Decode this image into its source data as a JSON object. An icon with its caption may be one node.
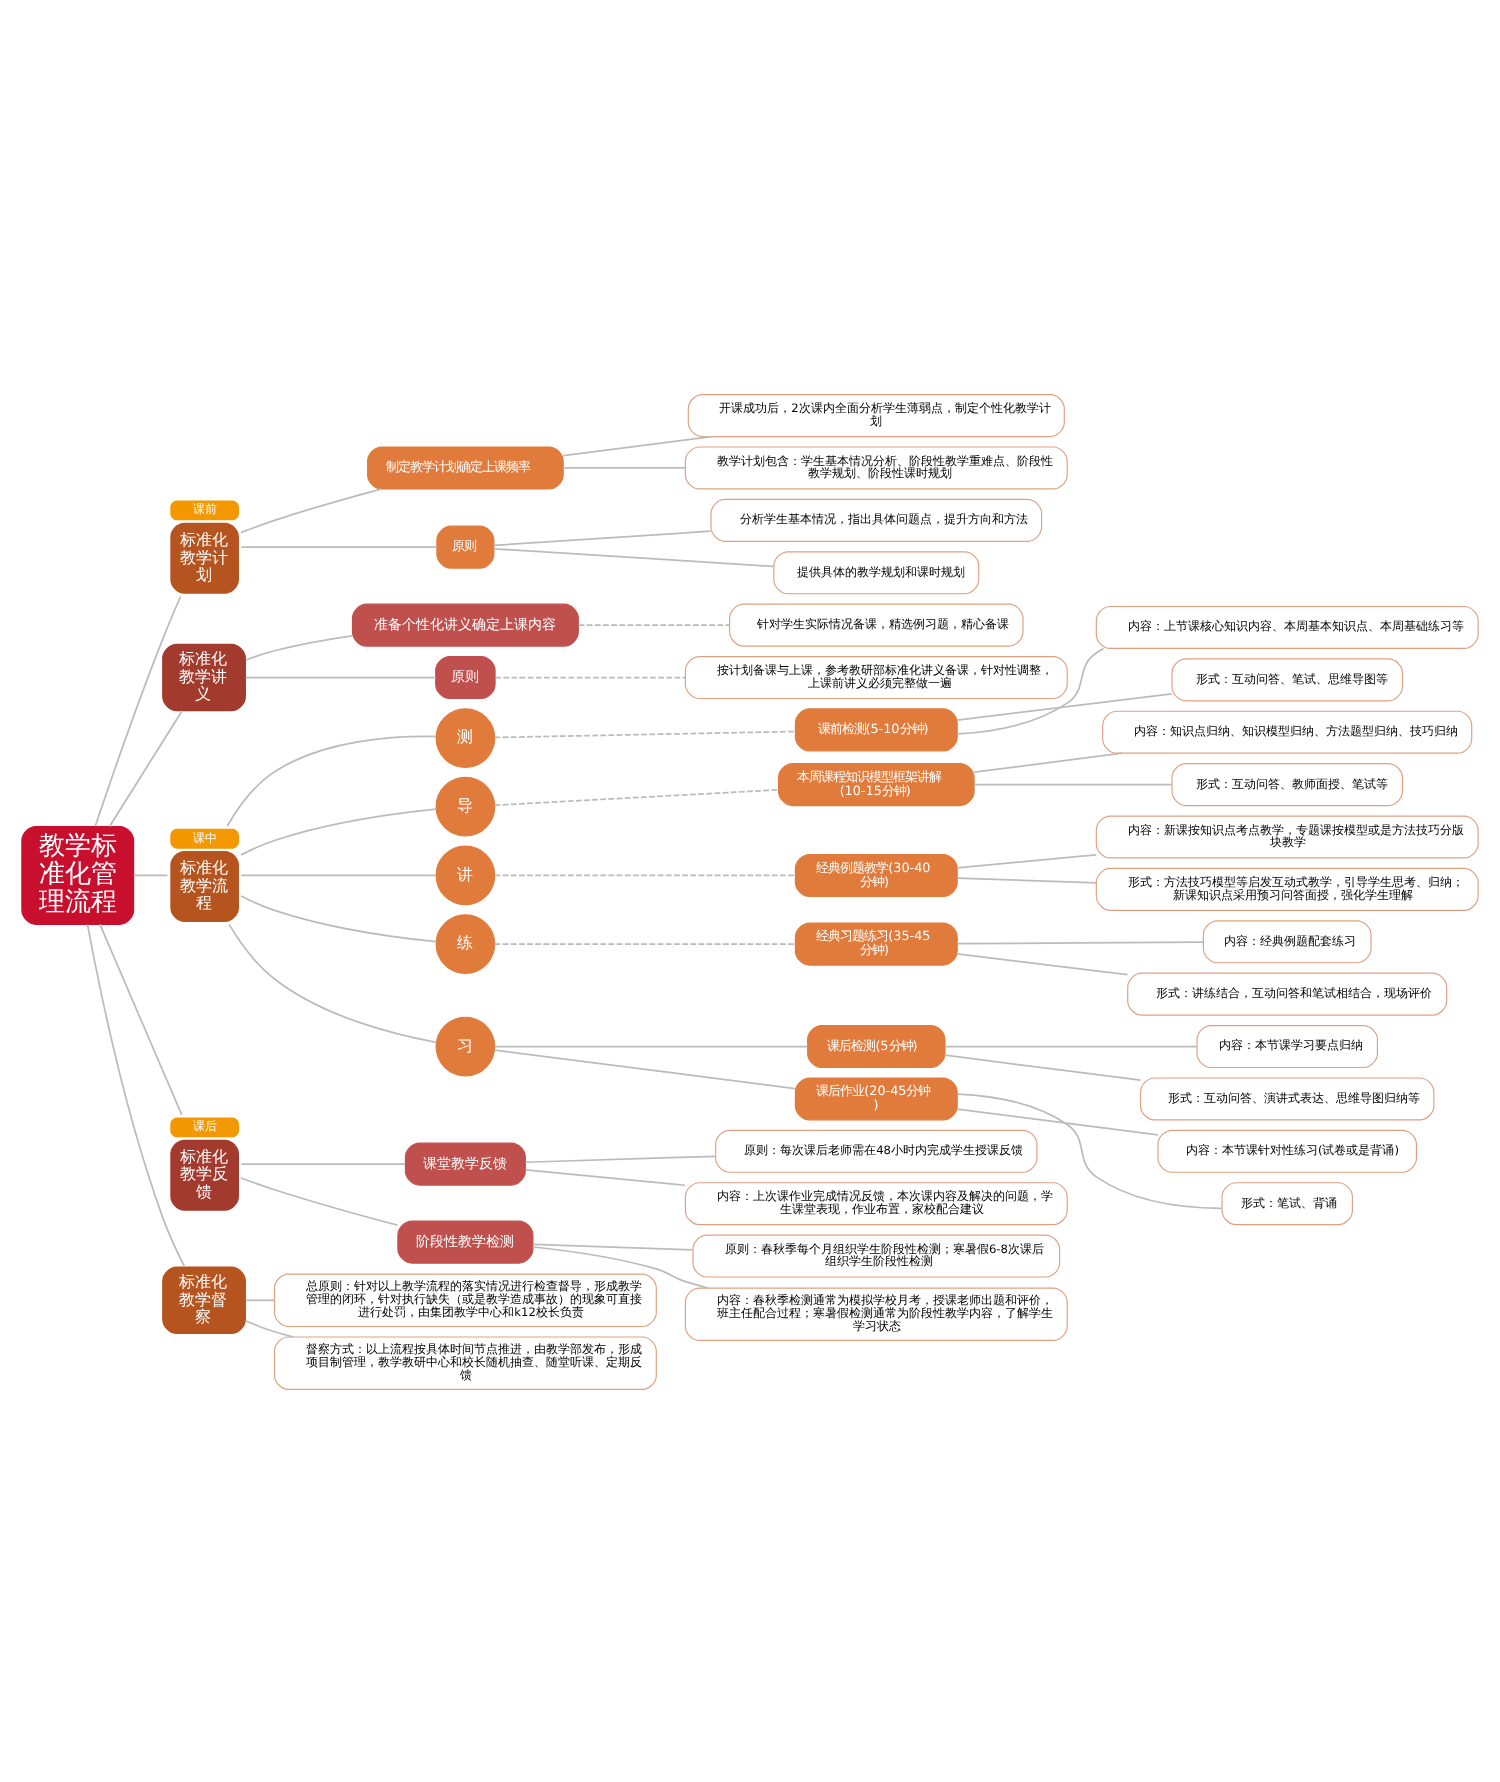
{
  "diagram": {
    "nodes": [
      {
        "text": [
          "教学标准化管理流程"
        ]
      },
      {
        "text": [
          "标准化教学计划"
        ],
        "beside": [
          "课前"
        ]
      },
      {
        "text": [
          "制定教学计划确定上课频率"
        ]
      },
      {
        "text": [
          "开课成功后，2次课内全面分析学生薄弱点，制定个性化教学计划"
        ]
      },
      {
        "text": [
          "教学计划包含：学生基本情况分析、阶段性教学重难点、阶段性教学规划、阶段性课时规划"
        ]
      },
      {
        "text": [
          "原则"
        ]
      },
      {
        "text": [
          "分析学生基本情况，指出具体问题点，提升方向和方法"
        ]
      },
      {
        "text": [
          "提供具体的教学规划和课时规划"
        ]
      },
      {
        "text": [
          "标准化教学讲义"
        ]
      },
      {
        "text": [
          "准备个性化讲义确定上课内容"
        ]
      },
      {
        "text": [
          "针对学生实际情况备课，精选例习题，精心备课"
        ]
      },
      {
        "text": [
          "原则"
        ]
      },
      {
        "text": [
          "按计划备课与上课，参考教研部标准化讲义备课，针对性调整，上课前讲义必须完整做一遍"
        ]
      },
      {
        "text": [
          "标准化教学流程"
        ],
        "beside": [
          "课中"
        ]
      },
      {
        "text": [
          "测"
        ]
      },
      {
        "text": [
          "课前检测(5-10分钟)"
        ]
      },
      {
        "text": [
          "内容：上节课核心知识内容、本周基本知识点、本周基础练习等"
        ]
      },
      {
        "text": [
          "形式：互动问答、笔试、思维导图等"
        ]
      },
      {
        "text": [
          "导"
        ]
      },
      {
        "text": [
          "本周课程知识模型框架讲解(10-15分钟)"
        ]
      },
      {
        "text": [
          "内容：知识点归纳、知识模型归纳、方法题型归纳、技巧归纳"
        ]
      },
      {
        "text": [
          "形式：互动问答、教师面授、笔试等"
        ]
      },
      {
        "text": [
          "讲"
        ]
      },
      {
        "text": [
          "经典例题教学(30-40分钟)"
        ]
      },
      {
        "text": [
          "内容：新课按知识点考点教学，专题课按模型或是方法技巧分版块教学"
        ]
      },
      {
        "text": [
          "形式：方法技巧模型等启发互动式教学，引导学生思考、归纳；新课知识点采用预习问答面授，强化学生理解"
        ]
      },
      {
        "text": [
          "练"
        ]
      },
      {
        "text": [
          "经典习题练习(35-45分钟)"
        ]
      },
      {
        "text": [
          "内容：经典例题配套练习"
        ]
      },
      {
        "text": [
          "形式：讲练结合，互动问答和笔试相结合，现场评价"
        ]
      },
      {
        "text": [
          "习"
        ]
      },
      {
        "text": [
          "课后检测(5分钟)"
        ]
      },
      {
        "text": [
          "内容：本节课学习要点归纳"
        ]
      },
      {
        "text": [
          "形式：互动问答、演讲式表达、思维导图归纳等"
        ]
      },
      {
        "text": [
          "课后作业(20-45分钟)"
        ]
      },
      {
        "text": [
          "内容：本节课针对性练习(试卷或是背诵)"
        ]
      },
      {
        "text": [
          "形式：笔试、背诵"
        ]
      },
      {
        "text": [
          "标准化教学反馈"
        ],
        "beside": [
          "课后"
        ]
      },
      {
        "text": [
          "课堂教学反馈"
        ]
      },
      {
        "text": [
          "原则：每次课后老师需在48小时内完成学生授课反馈"
        ]
      },
      {
        "text": [
          "内容：上次课作业完成情况反馈，本次课内容及解决的问题，学生课堂表现，作业布置，家校配合建议"
        ]
      },
      {
        "text": [
          "阶段性教学检测"
        ]
      },
      {
        "text": [
          "原则：春秋季每个月组织学生阶段性检测；寒暑假6-8次课后组织学生阶段性检测"
        ]
      },
      {
        "text": [
          "内容：春秋季检测通常为模拟学校月考，授课老师出题和评价，班主任配合过程；寒暑假检测通常为阶段性教学内容，了解学生学习状态"
        ]
      },
      {
        "text": [
          "标准化教学督察"
        ]
      },
      {
        "text": [
          "总原则：针对以上教学流程的落实情况进行检查督导，形成教学管理的闭环，针对执行缺失（或是教学造成事故）的现象可直接进行处罚，由集团教学中心和k12校长负责"
        ]
      },
      {
        "text": [
          "督察方式：以上流程按具体时间节点推进，由教学部发布，形成项目制管理，教学教研中心和校长随机抽查、随堂听课、定期反馈"
        ]
      }
    ],
    "edges": [
      {
        "from": 0,
        "to": 1,
        "arrow": "none"
      },
      {
        "from": 0,
        "to": 8,
        "arrow": "none"
      },
      {
        "from": 0,
        "to": 13,
        "arrow": "none"
      },
      {
        "from": 0,
        "to": 37,
        "arrow": "none"
      },
      {
        "from": 0,
        "to": 44,
        "arrow": "none"
      },
      {
        "from": 1,
        "to": 2,
        "arrow": "none"
      },
      {
        "from": 1,
        "to": 5,
        "arrow": "none"
      },
      {
        "from": 2,
        "to": 3,
        "arrow": "none"
      },
      {
        "from": 2,
        "to": 4,
        "arrow": "none"
      },
      {
        "from": 5,
        "to": 6,
        "arrow": "none"
      },
      {
        "from": 5,
        "to": 7,
        "arrow": "none"
      },
      {
        "from": 8,
        "to": 9,
        "arrow": "none"
      },
      {
        "from": 8,
        "to": 11,
        "arrow": "none"
      },
      {
        "from": 9,
        "to": 10,
        "arrow": "none",
        "style": "dashed"
      },
      {
        "from": 11,
        "to": 12,
        "arrow": "none",
        "style": "dashed"
      },
      {
        "from": 13,
        "to": 14,
        "arrow": "none"
      },
      {
        "from": 13,
        "to": 18,
        "arrow": "none"
      },
      {
        "from": 13,
        "to": 22,
        "arrow": "none"
      },
      {
        "from": 13,
        "to": 26,
        "arrow": "none"
      },
      {
        "from": 13,
        "to": 30,
        "arrow": "none"
      },
      {
        "from": 14,
        "to": 15,
        "arrow": "none",
        "style": "dashed"
      },
      {
        "from": 15,
        "to": 16,
        "arrow": "none"
      },
      {
        "from": 15,
        "to": 17,
        "arrow": "none"
      },
      {
        "from": 18,
        "to": 19,
        "arrow": "none",
        "style": "dashed"
      },
      {
        "from": 19,
        "to": 20,
        "arrow": "none"
      },
      {
        "from": 19,
        "to": 21,
        "arrow": "none"
      },
      {
        "from": 22,
        "to": 23,
        "arrow": "none",
        "style": "dashed"
      },
      {
        "from": 23,
        "to": 24,
        "arrow": "none"
      },
      {
        "from": 23,
        "to": 25,
        "arrow": "none"
      },
      {
        "from": 26,
        "to": 27,
        "arrow": "none",
        "style": "dashed"
      },
      {
        "from": 27,
        "to": 28,
        "arrow": "none"
      },
      {
        "from": 27,
        "to": 29,
        "arrow": "none"
      },
      {
        "from": 30,
        "to": 31,
        "arrow": "none"
      },
      {
        "from": 30,
        "to": 34,
        "arrow": "none"
      },
      {
        "from": 31,
        "to": 32,
        "arrow": "none"
      },
      {
        "from": 31,
        "to": 33,
        "arrow": "none"
      },
      {
        "from": 34,
        "to": 35,
        "arrow": "none"
      },
      {
        "from": 34,
        "to": 36,
        "arrow": "none"
      },
      {
        "from": 37,
        "to": 38,
        "arrow": "none"
      },
      {
        "from": 37,
        "to": 41,
        "arrow": "none"
      },
      {
        "from": 38,
        "to": 39,
        "arrow": "none"
      },
      {
        "from": 38,
        "to": 40,
        "arrow": "none"
      },
      {
        "from": 41,
        "to": 42,
        "arrow": "none"
      },
      {
        "from": 41,
        "to": 43,
        "arrow": "none"
      },
      {
        "from": 44,
        "to": 45,
        "arrow": "none"
      },
      {
        "from": 44,
        "to": 46,
        "arrow": "none"
      }
    ]
  }
}
